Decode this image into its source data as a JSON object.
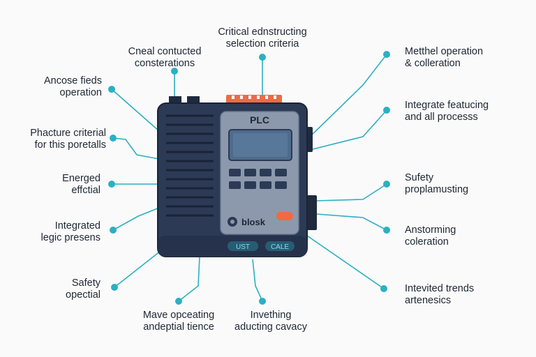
{
  "device": {
    "title": "PLC",
    "brand": "blosk",
    "button_left": "UST",
    "button_right": "CALE"
  },
  "callouts": [
    {
      "id": "top-center",
      "lines": [
        "Critical ednstructing",
        "selection criteria"
      ]
    },
    {
      "id": "top-left",
      "lines": [
        "Cneal contucted",
        "consterations"
      ]
    },
    {
      "id": "left-1",
      "lines": [
        "Ancose fieds",
        "operation"
      ]
    },
    {
      "id": "left-2",
      "lines": [
        "Phacture criterial",
        "for this poretalls"
      ]
    },
    {
      "id": "left-3",
      "lines": [
        "Energed",
        "effctial"
      ]
    },
    {
      "id": "left-4",
      "lines": [
        "Integrated",
        "legic presens"
      ]
    },
    {
      "id": "left-5",
      "lines": [
        "Safety",
        "opectial"
      ]
    },
    {
      "id": "bottom-left",
      "lines": [
        "Mave opceating",
        "andeptial tience"
      ]
    },
    {
      "id": "bottom-center",
      "lines": [
        "Invething",
        "aducting cavacy"
      ]
    },
    {
      "id": "right-1",
      "lines": [
        "Metthel operation",
        "& colleration"
      ]
    },
    {
      "id": "right-2",
      "lines": [
        "Integrate featucing",
        "and all processs"
      ]
    },
    {
      "id": "right-3",
      "lines": [
        "Sufety",
        "proplamusting"
      ]
    },
    {
      "id": "right-4",
      "lines": [
        "Anstorming",
        "coleration"
      ]
    },
    {
      "id": "right-5",
      "lines": [
        "Intevited trends",
        "artenesics"
      ]
    }
  ],
  "colors": {
    "connector": "#2bb0c2",
    "body": "#2c3a55",
    "panel": "#8c99ad",
    "screen": "#4f6b8c",
    "accent": "#f06a43"
  }
}
